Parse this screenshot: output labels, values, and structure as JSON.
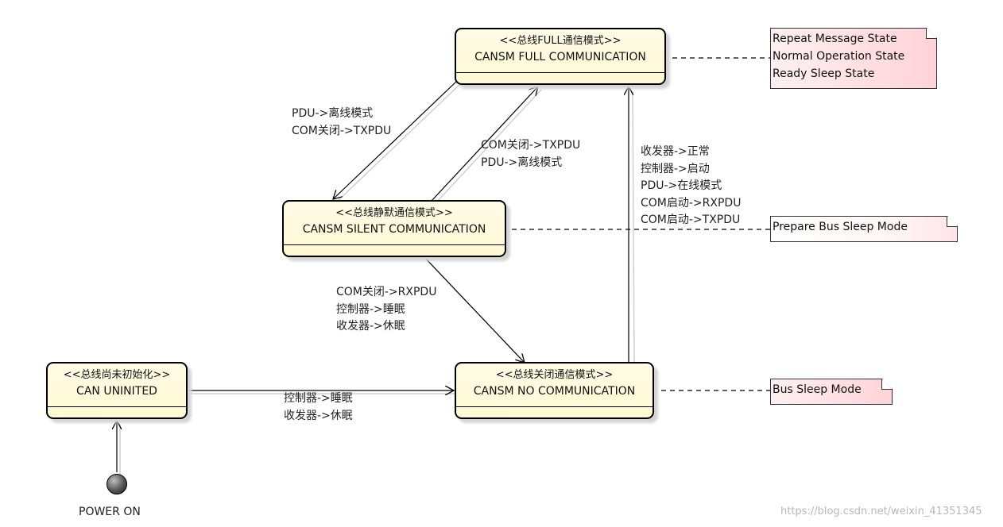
{
  "states": {
    "full": {
      "stereotype": "<<总线FULL通信模式>>",
      "name": "CANSM FULL COMMUNICATION"
    },
    "silent": {
      "stereotype": "<<总线静默通信模式>>",
      "name": "CANSM SILENT COMMUNICATION"
    },
    "none": {
      "stereotype": "<<总线关闭通信模式>>",
      "name": "CANSM NO COMMUNICATION"
    },
    "uninited": {
      "stereotype": "<<总线尚未初始化>>",
      "name": "CAN UNINITED"
    }
  },
  "notes": {
    "full": [
      "Repeat Message State",
      "Normal Operation State",
      "Ready Sleep State"
    ],
    "silent": [
      "Prepare Bus Sleep Mode"
    ],
    "none": [
      "Bus Sleep Mode"
    ]
  },
  "transitions": {
    "full_to_silent": [
      "PDU->离线模式",
      "COM关闭->TXPDU"
    ],
    "silent_to_full": [
      "COM关闭->TXPDU",
      "PDU->离线模式"
    ],
    "none_to_full": [
      "收发器->正常",
      "控制器->启动",
      "PDU->在线模式",
      "COM启动->RXPDU",
      "COM启动->TXPDU"
    ],
    "silent_to_none": [
      "COM关闭->RXPDU",
      "控制器->睡眠",
      "收发器->休眠"
    ],
    "uninited_to_none": [
      "控制器->睡眠",
      "收发器->休眠"
    ]
  },
  "initial": {
    "label": "POWER ON"
  },
  "watermark": "https://blog.csdn.net/weixin_41351345"
}
